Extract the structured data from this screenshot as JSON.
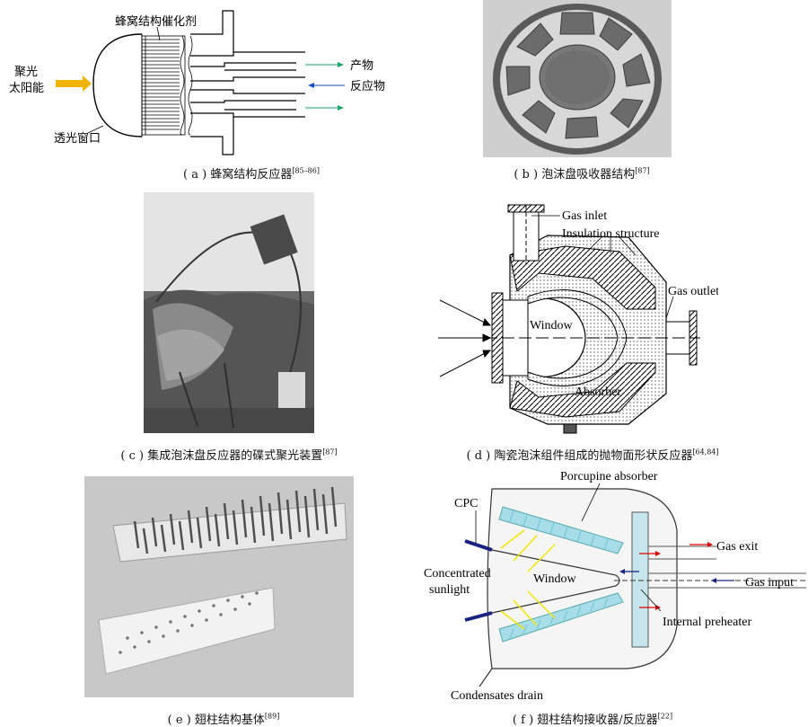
{
  "panel_a": {
    "caption": "( a ) 蜂窝结构反应器",
    "ref": "[85–86]",
    "label_catalyst": "蜂窝结构催化剂",
    "label_solar_1": "聚光",
    "label_solar_2": "太阳能",
    "label_window": "透光窗口",
    "label_product": "产物",
    "label_reactant": "反应物"
  },
  "panel_b": {
    "caption": "( b ) 泡沫盘吸收器结构",
    "ref": "[87]"
  },
  "panel_c": {
    "caption": "( c ) 集成泡沫盘反应器的碟式聚光装置",
    "ref": "[87]"
  },
  "panel_d": {
    "caption": "( d ) 陶瓷泡沫组件组成的抛物面形状反应器",
    "ref": "[64,84]",
    "label_gas_inlet": "Gas inlet",
    "label_insulation": "Insulation structure",
    "label_gas_outlet": "Gas outlet",
    "label_window": "Window",
    "label_absorber": "Absorber"
  },
  "panel_e": {
    "caption": "( e ) 翅柱结构基体",
    "ref": "[89]"
  },
  "panel_f": {
    "caption": "( f ) 翅柱结构接收器/反应器",
    "ref": "[22]",
    "label_porcupine": "Porcupine absorber",
    "label_cpc": "CPC",
    "label_gas_exit": "Gas exit",
    "label_concentrated": "Concentrated",
    "label_sunlight": "sunlight",
    "label_window": "Window",
    "label_gas_input": "Gas input",
    "label_preheater": "Internal preheater",
    "label_drain": "Condensates drain"
  }
}
